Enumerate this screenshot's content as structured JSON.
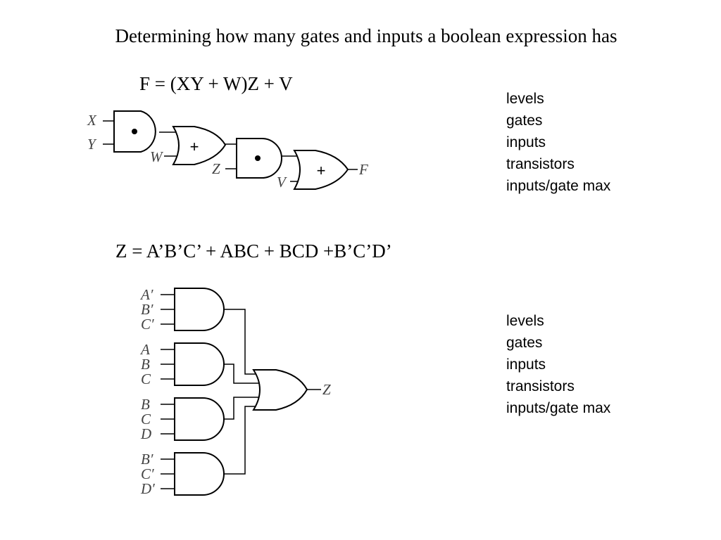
{
  "title": "Determining how many gates and inputs a boolean expression has",
  "expr1": "F = (XY + W)Z + V",
  "expr2": "Z = A’B’C’ + ABC + BCD +B’C’D’",
  "metrics1": [
    "levels",
    "gates",
    "inputs",
    "transistors",
    "inputs/gate max"
  ],
  "metrics2": [
    "levels",
    "gates",
    "inputs",
    "transistors",
    "inputs/gate max"
  ],
  "circuit1": {
    "signals": {
      "x": "X",
      "y": "Y",
      "w": "W",
      "z": "Z",
      "v": "V",
      "f": "F"
    },
    "symbols": {
      "or1": "+",
      "or2": "+"
    }
  },
  "circuit2": {
    "signals": {
      "g1": [
        "A′",
        "B′",
        "C′"
      ],
      "g2": [
        "A",
        "B",
        "C"
      ],
      "g3": [
        "B",
        "C",
        "D"
      ],
      "g4": [
        "B′",
        "C′",
        "D′"
      ],
      "out": "Z"
    }
  }
}
